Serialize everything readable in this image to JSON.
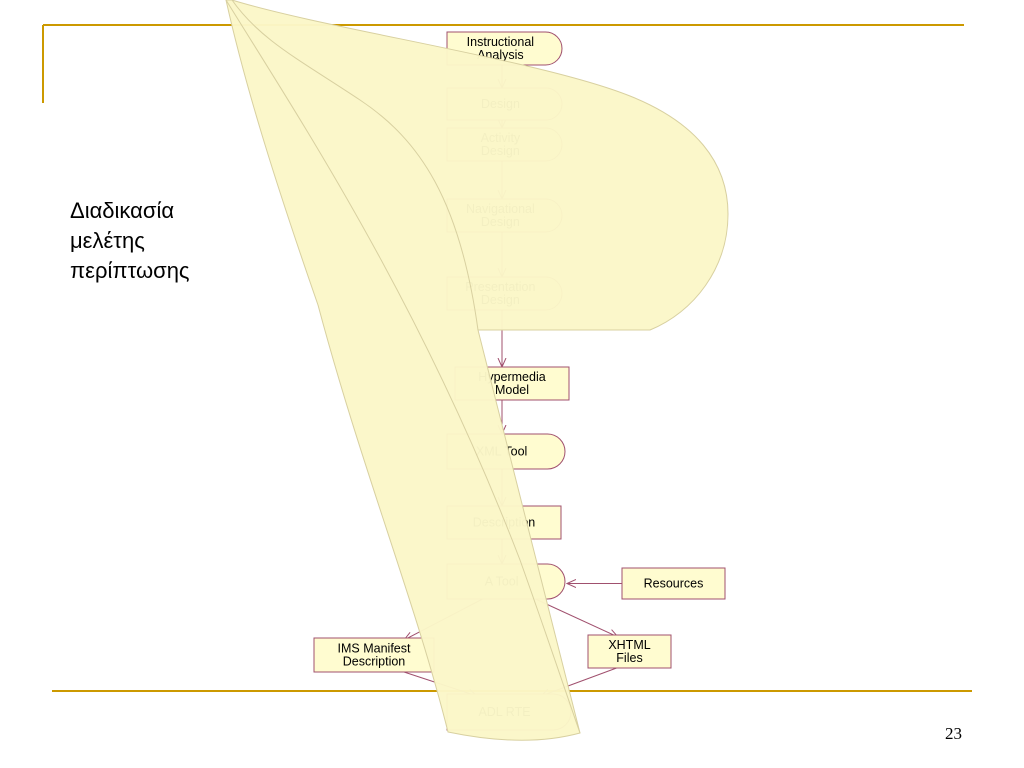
{
  "slide": {
    "heading_lines": [
      "Διαδικασία",
      "μελέτης",
      "περίπτωσης"
    ],
    "page_number": "23"
  },
  "colors": {
    "accent": "#cc9900",
    "node_fill": "#fffcd0",
    "node_stroke": "#a0506e",
    "arrow": "#a0506e",
    "flag_fill": "#fbf7c8",
    "flag_stroke": "#d8d0a0"
  },
  "diagram": {
    "nodes": [
      {
        "id": "instructional-analysis",
        "shape": "activity",
        "lines": [
          "Instructional",
          "Analysis"
        ]
      },
      {
        "id": "design",
        "shape": "activity",
        "lines": [
          "Design"
        ]
      },
      {
        "id": "activity-design",
        "shape": "activity",
        "lines": [
          "Activity",
          "Design"
        ]
      },
      {
        "id": "navigational-design",
        "shape": "activity",
        "lines": [
          "Navigational",
          "Design"
        ]
      },
      {
        "id": "presentation-design",
        "shape": "activity",
        "lines": [
          "Presentation",
          "Design"
        ]
      },
      {
        "id": "hypermedia-model",
        "shape": "object",
        "lines": [
          "Hypermedia",
          "Model"
        ]
      },
      {
        "id": "xml-tool",
        "shape": "activity",
        "lines": [
          "XML Tool"
        ]
      },
      {
        "id": "description",
        "shape": "object",
        "lines": [
          "Description"
        ]
      },
      {
        "id": "a-tool",
        "shape": "activity",
        "lines": [
          "A Tool"
        ]
      },
      {
        "id": "resources",
        "shape": "object",
        "lines": [
          "Resources"
        ]
      },
      {
        "id": "xhtml-files",
        "shape": "object",
        "lines": [
          "XHTML",
          "Files"
        ]
      },
      {
        "id": "ims-manifest-description",
        "shape": "object",
        "lines": [
          "IMS Manifest",
          "Description"
        ]
      },
      {
        "id": "adl-rte",
        "shape": "activity",
        "lines": [
          "ADL RTE"
        ]
      }
    ],
    "edges": [
      {
        "from": "instructional-analysis",
        "to": "design"
      },
      {
        "from": "design",
        "to": "activity-design"
      },
      {
        "from": "activity-design",
        "to": "navigational-design"
      },
      {
        "from": "navigational-design",
        "to": "presentation-design"
      },
      {
        "from": "presentation-design",
        "to": "hypermedia-model"
      },
      {
        "from": "hypermedia-model",
        "to": "xml-tool"
      },
      {
        "from": "xml-tool",
        "to": "description"
      },
      {
        "from": "description",
        "to": "a-tool"
      },
      {
        "from": "resources",
        "to": "a-tool"
      },
      {
        "from": "a-tool",
        "to": "xhtml-files"
      },
      {
        "from": "a-tool",
        "to": "ims-manifest-description"
      },
      {
        "from": "xhtml-files",
        "to": "adl-rte"
      },
      {
        "from": "ims-manifest-description",
        "to": "adl-rte"
      }
    ]
  }
}
